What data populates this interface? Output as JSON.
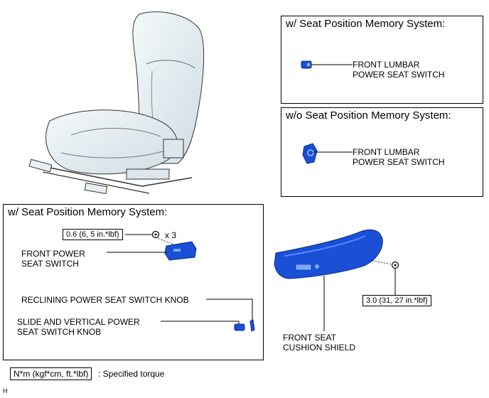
{
  "top_right_panel": {
    "title": "w/ Seat Position Memory System:",
    "label_line1": "FRONT LUMBAR",
    "label_line2": "POWER SEAT SWITCH"
  },
  "mid_right_panel": {
    "title": "w/o Seat Position Memory System:",
    "label_line1": "FRONT LUMBAR",
    "label_line2": "POWER SEAT SWITCH"
  },
  "left_panel": {
    "title": "w/ Seat Position Memory System:",
    "torque_value": "0.6 (6, 5 in.*lbf)",
    "multiplier": "x 3",
    "front_power_line1": "FRONT POWER",
    "front_power_line2": "SEAT SWITCH",
    "reclining_label": "RECLINING POWER SEAT SWITCH  KNOB",
    "slide_line1": "SLIDE AND VERTICAL POWER",
    "slide_line2": "SEAT SWITCH KNOB"
  },
  "shield": {
    "torque_value": "3.0 (31, 27 in.*lbf)",
    "label_line1": "FRONT SEAT",
    "label_line2": "CUSHION SHIELD"
  },
  "legend": {
    "unit_box": "N*m (kgf*cm, ft.*lbf)",
    "description": ": Specified torque"
  },
  "footer_code": "H",
  "colors": {
    "part_blue": "#1a4fd6",
    "seat_fill": "#e4eef2",
    "line": "#000000"
  }
}
